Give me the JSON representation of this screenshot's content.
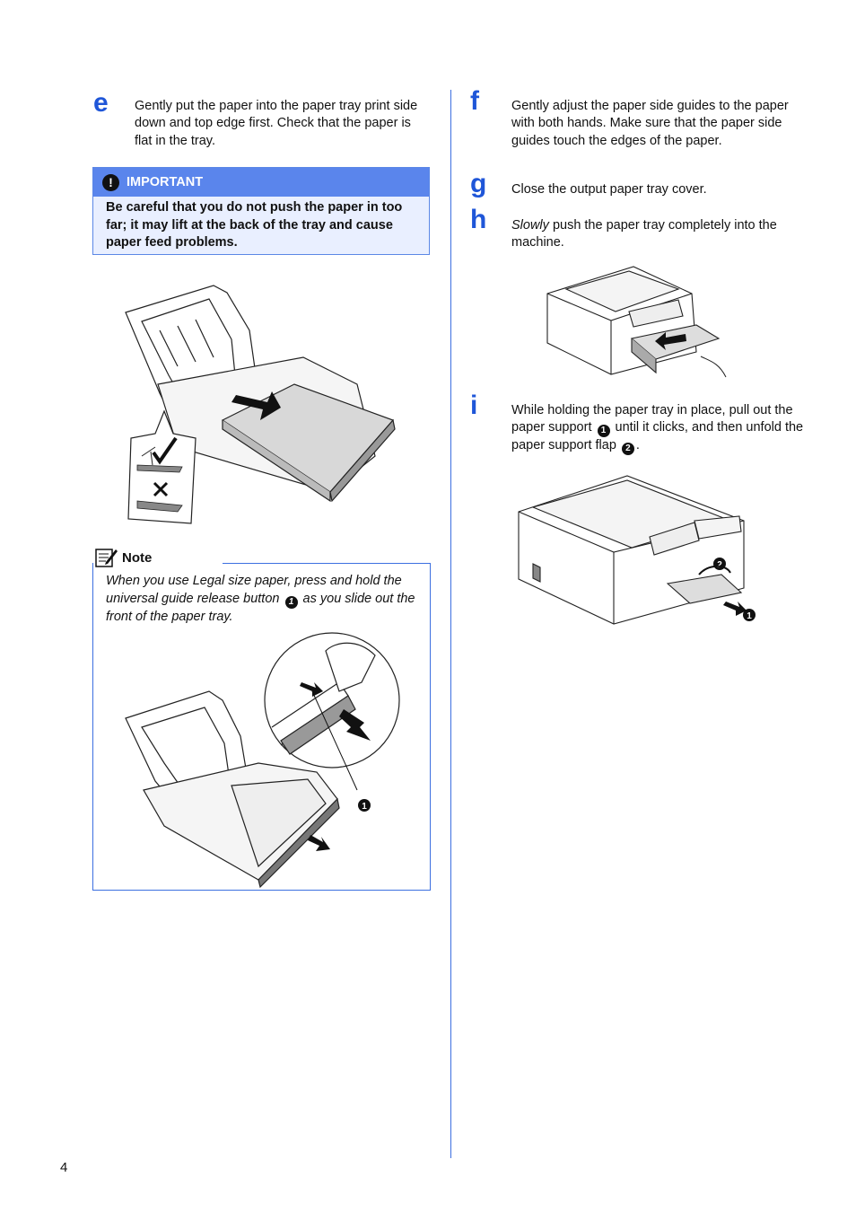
{
  "left": {
    "step_e": {
      "letter": "e",
      "text": "Gently put the paper into the paper tray print side down and top edge first. Check that the paper is flat in the tray."
    },
    "important": {
      "label": "IMPORTANT",
      "icon": "exclamation-icon",
      "text": "Be careful that you do not push the paper in too far; it may lift at the back of the tray and cause paper feed problems."
    },
    "note": {
      "label": "Note",
      "icon": "note-pencil-icon",
      "text_before": "When you use Legal size paper, press and hold the universal guide release button",
      "callout": "1",
      "text_after": "as you slide out the front of the paper tray."
    },
    "illustration_callout": "1"
  },
  "right": {
    "step_f": {
      "letter": "f",
      "text": "Gently adjust the paper side guides to the paper with both hands. Make sure that the paper side guides touch the edges of the paper."
    },
    "step_g": {
      "letter": "g",
      "text": "Close the output paper tray cover."
    },
    "step_h": {
      "letter": "h",
      "emphasis": "Slowly",
      "text": "push the paper tray completely into the machine."
    },
    "step_i": {
      "letter": "i",
      "text_1": "While holding the paper tray in place, pull out the paper support",
      "callout_1": "1",
      "text_2": "until it clicks, and then unfold the paper support flap",
      "callout_2": "2",
      "text_3": "."
    },
    "printer_callout_1": "1",
    "printer_callout_2": "2"
  },
  "page_number": "4",
  "colors": {
    "accent": "#1f56d8",
    "important_header": "#5a85ec",
    "important_bg": "#e9efff"
  }
}
